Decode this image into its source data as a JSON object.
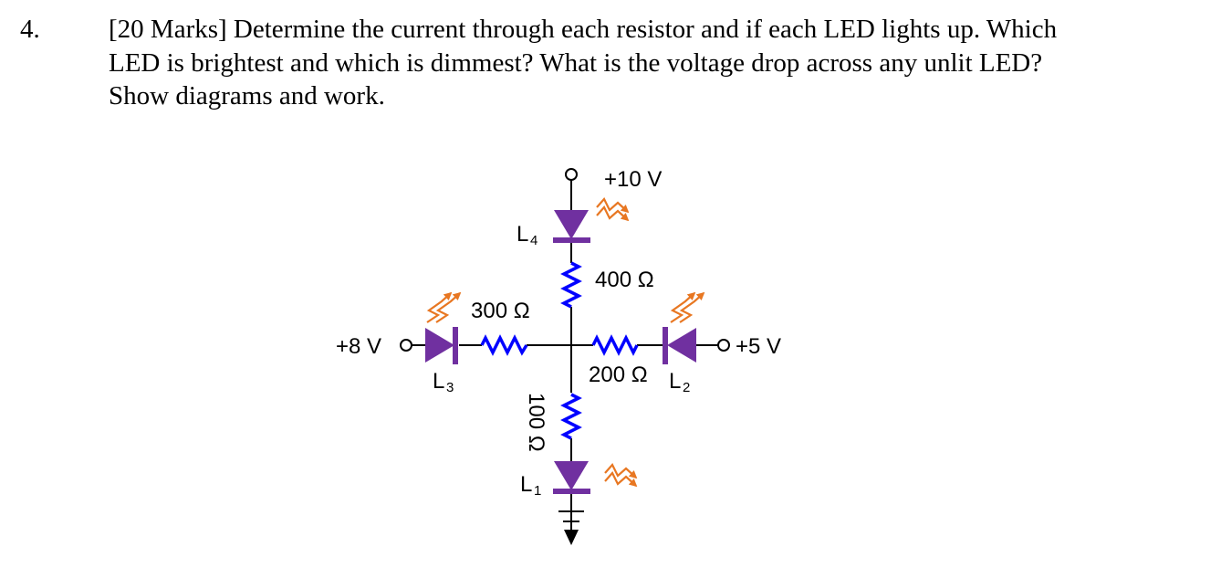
{
  "question": {
    "number": "4.",
    "lines": [
      "[20 Marks] Determine the current through each resistor and if each LED lights up. Which",
      "LED is brightest and which is dimmest? What is the voltage drop across any unlit LED?",
      "Show diagrams and work."
    ]
  },
  "circuit": {
    "colors": {
      "led": "#7030a0",
      "resistor": "#0000ff",
      "light_arrows": "#e87722",
      "wire": "#000000"
    },
    "sources": {
      "top": "+10 V",
      "left": "+8 V",
      "right": "+5 V"
    },
    "resistors": {
      "top": "400 Ω",
      "left": "300 Ω",
      "right": "200 Ω",
      "bottom": "100 Ω"
    },
    "leds": {
      "top": {
        "name": "L",
        "sub": "4"
      },
      "left": {
        "name": "L",
        "sub": "3"
      },
      "right": {
        "name": "L",
        "sub": "2"
      },
      "bottom": {
        "name": "L",
        "sub": "1"
      }
    },
    "ground": "ground-symbol"
  }
}
